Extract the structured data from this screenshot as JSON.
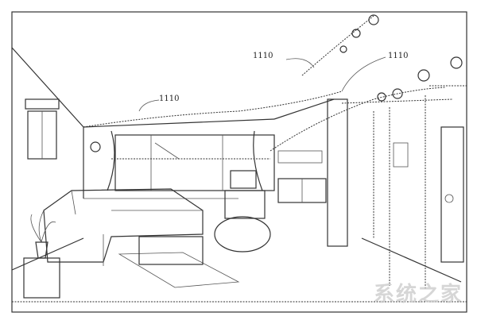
{
  "figure": {
    "reference_labels": [
      "1110",
      "1110",
      "1110"
    ],
    "watermark": "系统之家"
  }
}
